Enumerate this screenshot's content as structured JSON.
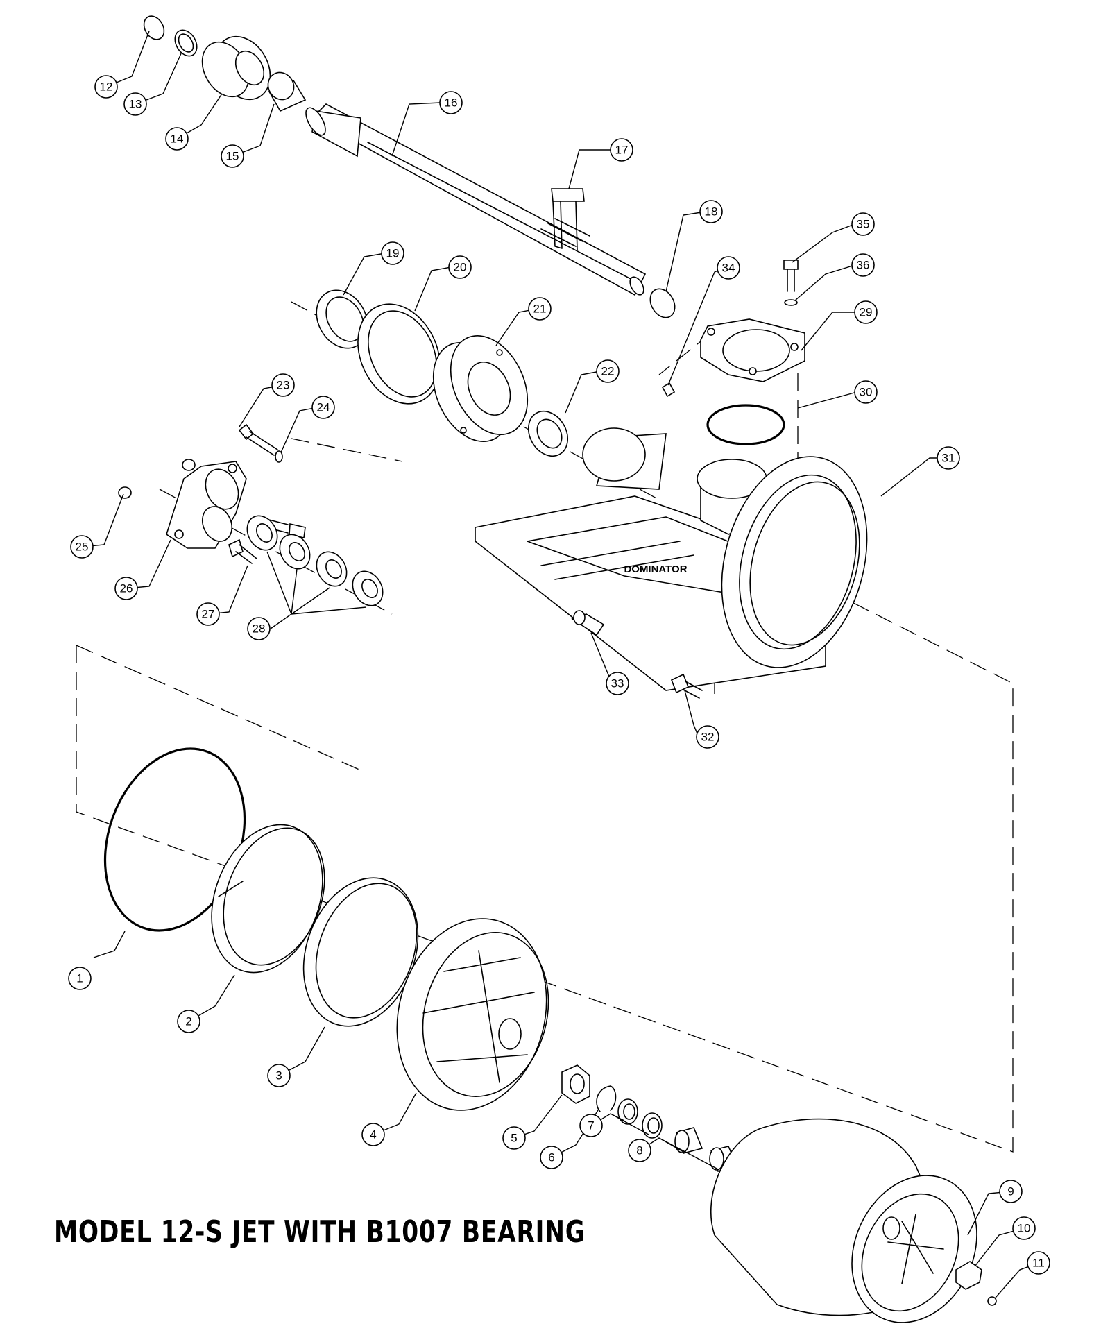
{
  "title": "MODEL 12-S JET WITH B1007 BEARING",
  "housing_brand": "DOMINATOR",
  "callouts": [
    "1",
    "2",
    "3",
    "4",
    "5",
    "6",
    "7",
    "8",
    "9",
    "10",
    "11",
    "12",
    "13",
    "14",
    "15",
    "16",
    "17",
    "18",
    "19",
    "20",
    "21",
    "22",
    "23",
    "24",
    "25",
    "26",
    "27",
    "28",
    "29",
    "30",
    "31",
    "32",
    "33",
    "34",
    "35",
    "36"
  ]
}
